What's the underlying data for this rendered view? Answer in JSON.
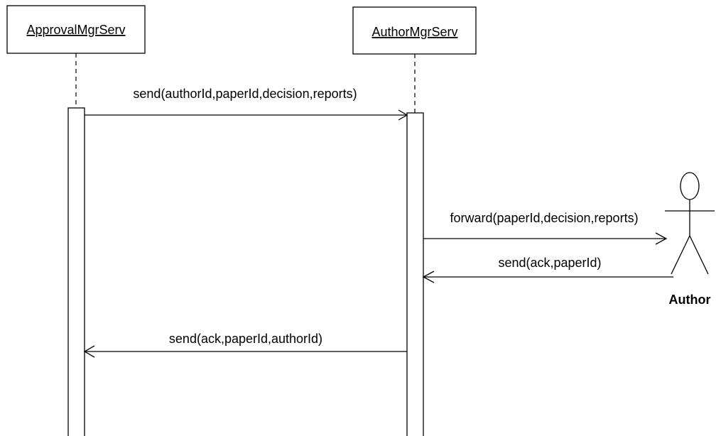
{
  "participants": {
    "approval": {
      "name": "ApprovalMgrServ"
    },
    "author_mgr": {
      "name": "AuthorMgrServ"
    },
    "actor": {
      "name": "Author"
    }
  },
  "messages": [
    {
      "label": "send(authorId,paperId,decision,reports)",
      "from": "ApprovalMgrServ",
      "to": "AuthorMgrServ"
    },
    {
      "label": "forward(paperId,decision,reports)",
      "from": "AuthorMgrServ",
      "to": "Author"
    },
    {
      "label": "send(ack,paperId)",
      "from": "Author",
      "to": "AuthorMgrServ"
    },
    {
      "label": "send(ack,paperId,authorId)",
      "from": "AuthorMgrServ",
      "to": "ApprovalMgrServ"
    }
  ],
  "colors": {
    "stroke": "#000000",
    "background": "#ffffff"
  }
}
